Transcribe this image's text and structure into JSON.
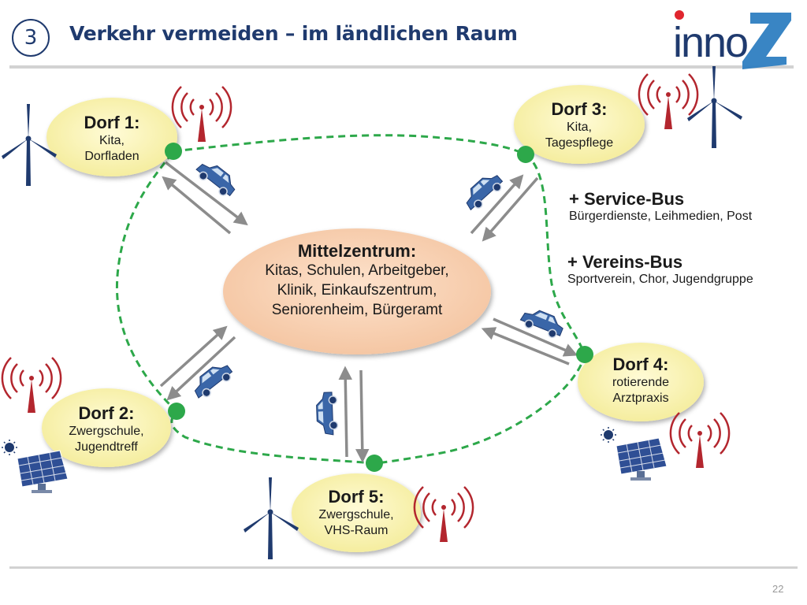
{
  "slide": {
    "chapter": "3",
    "title": "Verkehr vermeiden – im ländlichen Raum",
    "page_number": "22",
    "logo_text": "innoZ"
  },
  "center": {
    "title": "Mittelzentrum:",
    "lines": [
      "Kitas, Schulen, Arbeitgeber,",
      "Klinik, Einkaufszentrum,",
      "Seniorenheim, Bürgeramt"
    ]
  },
  "villages": [
    {
      "title": "Dorf 1:",
      "lines": [
        "Kita,",
        "Dorfladen"
      ]
    },
    {
      "title": "Dorf 2:",
      "lines": [
        "Zwergschule,",
        "Jugendtreff"
      ]
    },
    {
      "title": "Dorf 3:",
      "lines": [
        "Kita,",
        "Tagespflege"
      ]
    },
    {
      "title": "Dorf 4:",
      "lines": [
        "rotierende",
        "Arztpraxis"
      ]
    },
    {
      "title": "Dorf 5:",
      "lines": [
        "Zwergschule,",
        "VHS-Raum"
      ]
    }
  ],
  "services": [
    {
      "title": "+ Service-Bus",
      "desc": "Bürgerdienste, Leihmedien, Post"
    },
    {
      "title": "+ Vereins-Bus",
      "desc": "Sportverein, Chor, Jugendgruppe"
    }
  ],
  "icons": [
    "radio-tower-icon",
    "wind-turbine-icon",
    "solar-panel-icon",
    "car-icon",
    "bus-stop-icon"
  ],
  "colors": {
    "title": "#1f3a6e",
    "village_fill": "#fbf5b3",
    "center_fill": "#f8cfaf",
    "route": "#2da84a",
    "arrow": "#8c8c8c",
    "car": "#3a66a8",
    "tower": "#b3262e"
  }
}
